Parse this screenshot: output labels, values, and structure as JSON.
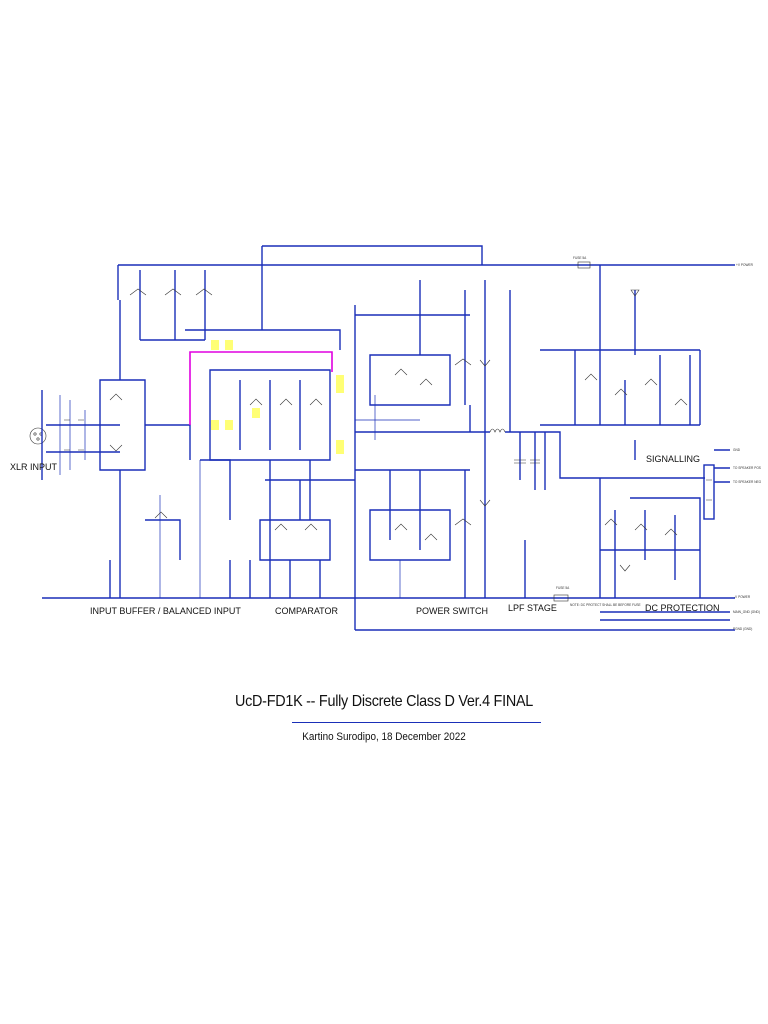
{
  "title": "UcD-FD1K -- Fully Discrete Class D Ver.4 FINAL",
  "subtitle": "Kartino Surodipo, 18 December 2022",
  "sections": {
    "xlr_input": "XLR INPUT",
    "input_buffer": "INPUT BUFFER / BALANCED INPUT",
    "comparator": "COMPARATOR",
    "power_switch": "POWER SWITCH",
    "lpf_stage": "LPF STAGE",
    "dc_protection": "DC PROTECTION",
    "signalling": "SIGNALLING"
  },
  "notes": {
    "protect_note": "NOTE: DC PROTECT SHALL BE BEFORE FUSE"
  },
  "rails": {
    "fuse_top": "FUSE 5A",
    "fuse_bottom": "FUSE 5A",
    "vplus": "+V POWER",
    "vminus": "-V POWER",
    "gnd": "GND",
    "spk_pos": "TO SPEAKER POS",
    "spk_neg": "TO SPEAKER NEG",
    "main_gnd": "MAIN_GND (GND)",
    "pgnd": "PGND (GND)"
  },
  "colors": {
    "wire": "#1a2fb8",
    "highlight_wire": "#e000e0",
    "component_highlight": "#ffff66"
  }
}
